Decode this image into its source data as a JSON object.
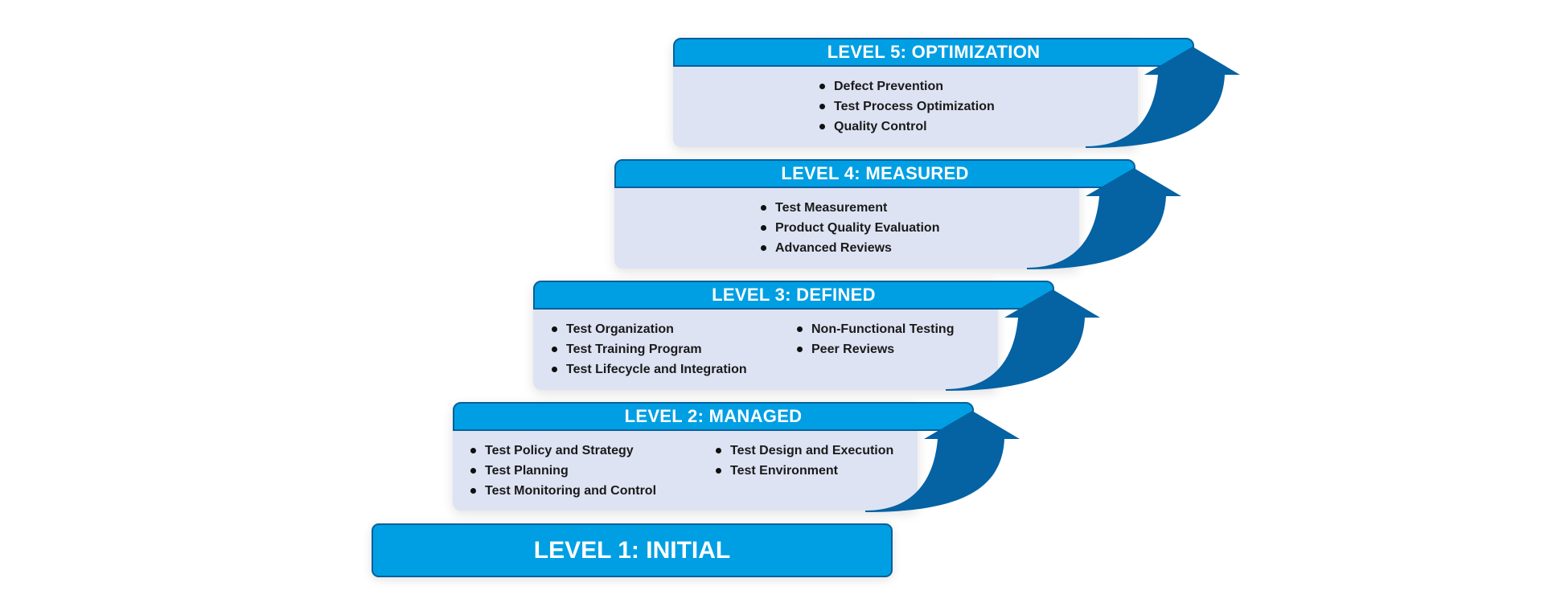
{
  "colors": {
    "header": "#009fe3",
    "header_border": "#0a5f9a",
    "arrow": "#0562a3",
    "body": "#dde3f3",
    "text": "#1a1a1a"
  },
  "levels": [
    {
      "title": "LEVEL 5: OPTIMIZATION",
      "left_items": [
        "Defect Prevention",
        "Test Process Optimization",
        "Quality Control"
      ],
      "right_items": []
    },
    {
      "title": "LEVEL 4: MEASURED",
      "left_items": [
        "Test Measurement",
        "Product Quality Evaluation",
        "Advanced Reviews"
      ],
      "right_items": []
    },
    {
      "title": "LEVEL 3: DEFINED",
      "left_items": [
        "Test Organization",
        "Test Training Program",
        "Test Lifecycle and Integration"
      ],
      "right_items": [
        "Non-Functional Testing",
        "Peer Reviews"
      ]
    },
    {
      "title": "LEVEL 2: MANAGED",
      "left_items": [
        "Test Policy and Strategy",
        "Test Planning",
        "Test Monitoring and Control"
      ],
      "right_items": [
        "Test Design and Execution",
        "Test Environment"
      ]
    }
  ],
  "base_level": {
    "title": "LEVEL 1: INITIAL"
  }
}
